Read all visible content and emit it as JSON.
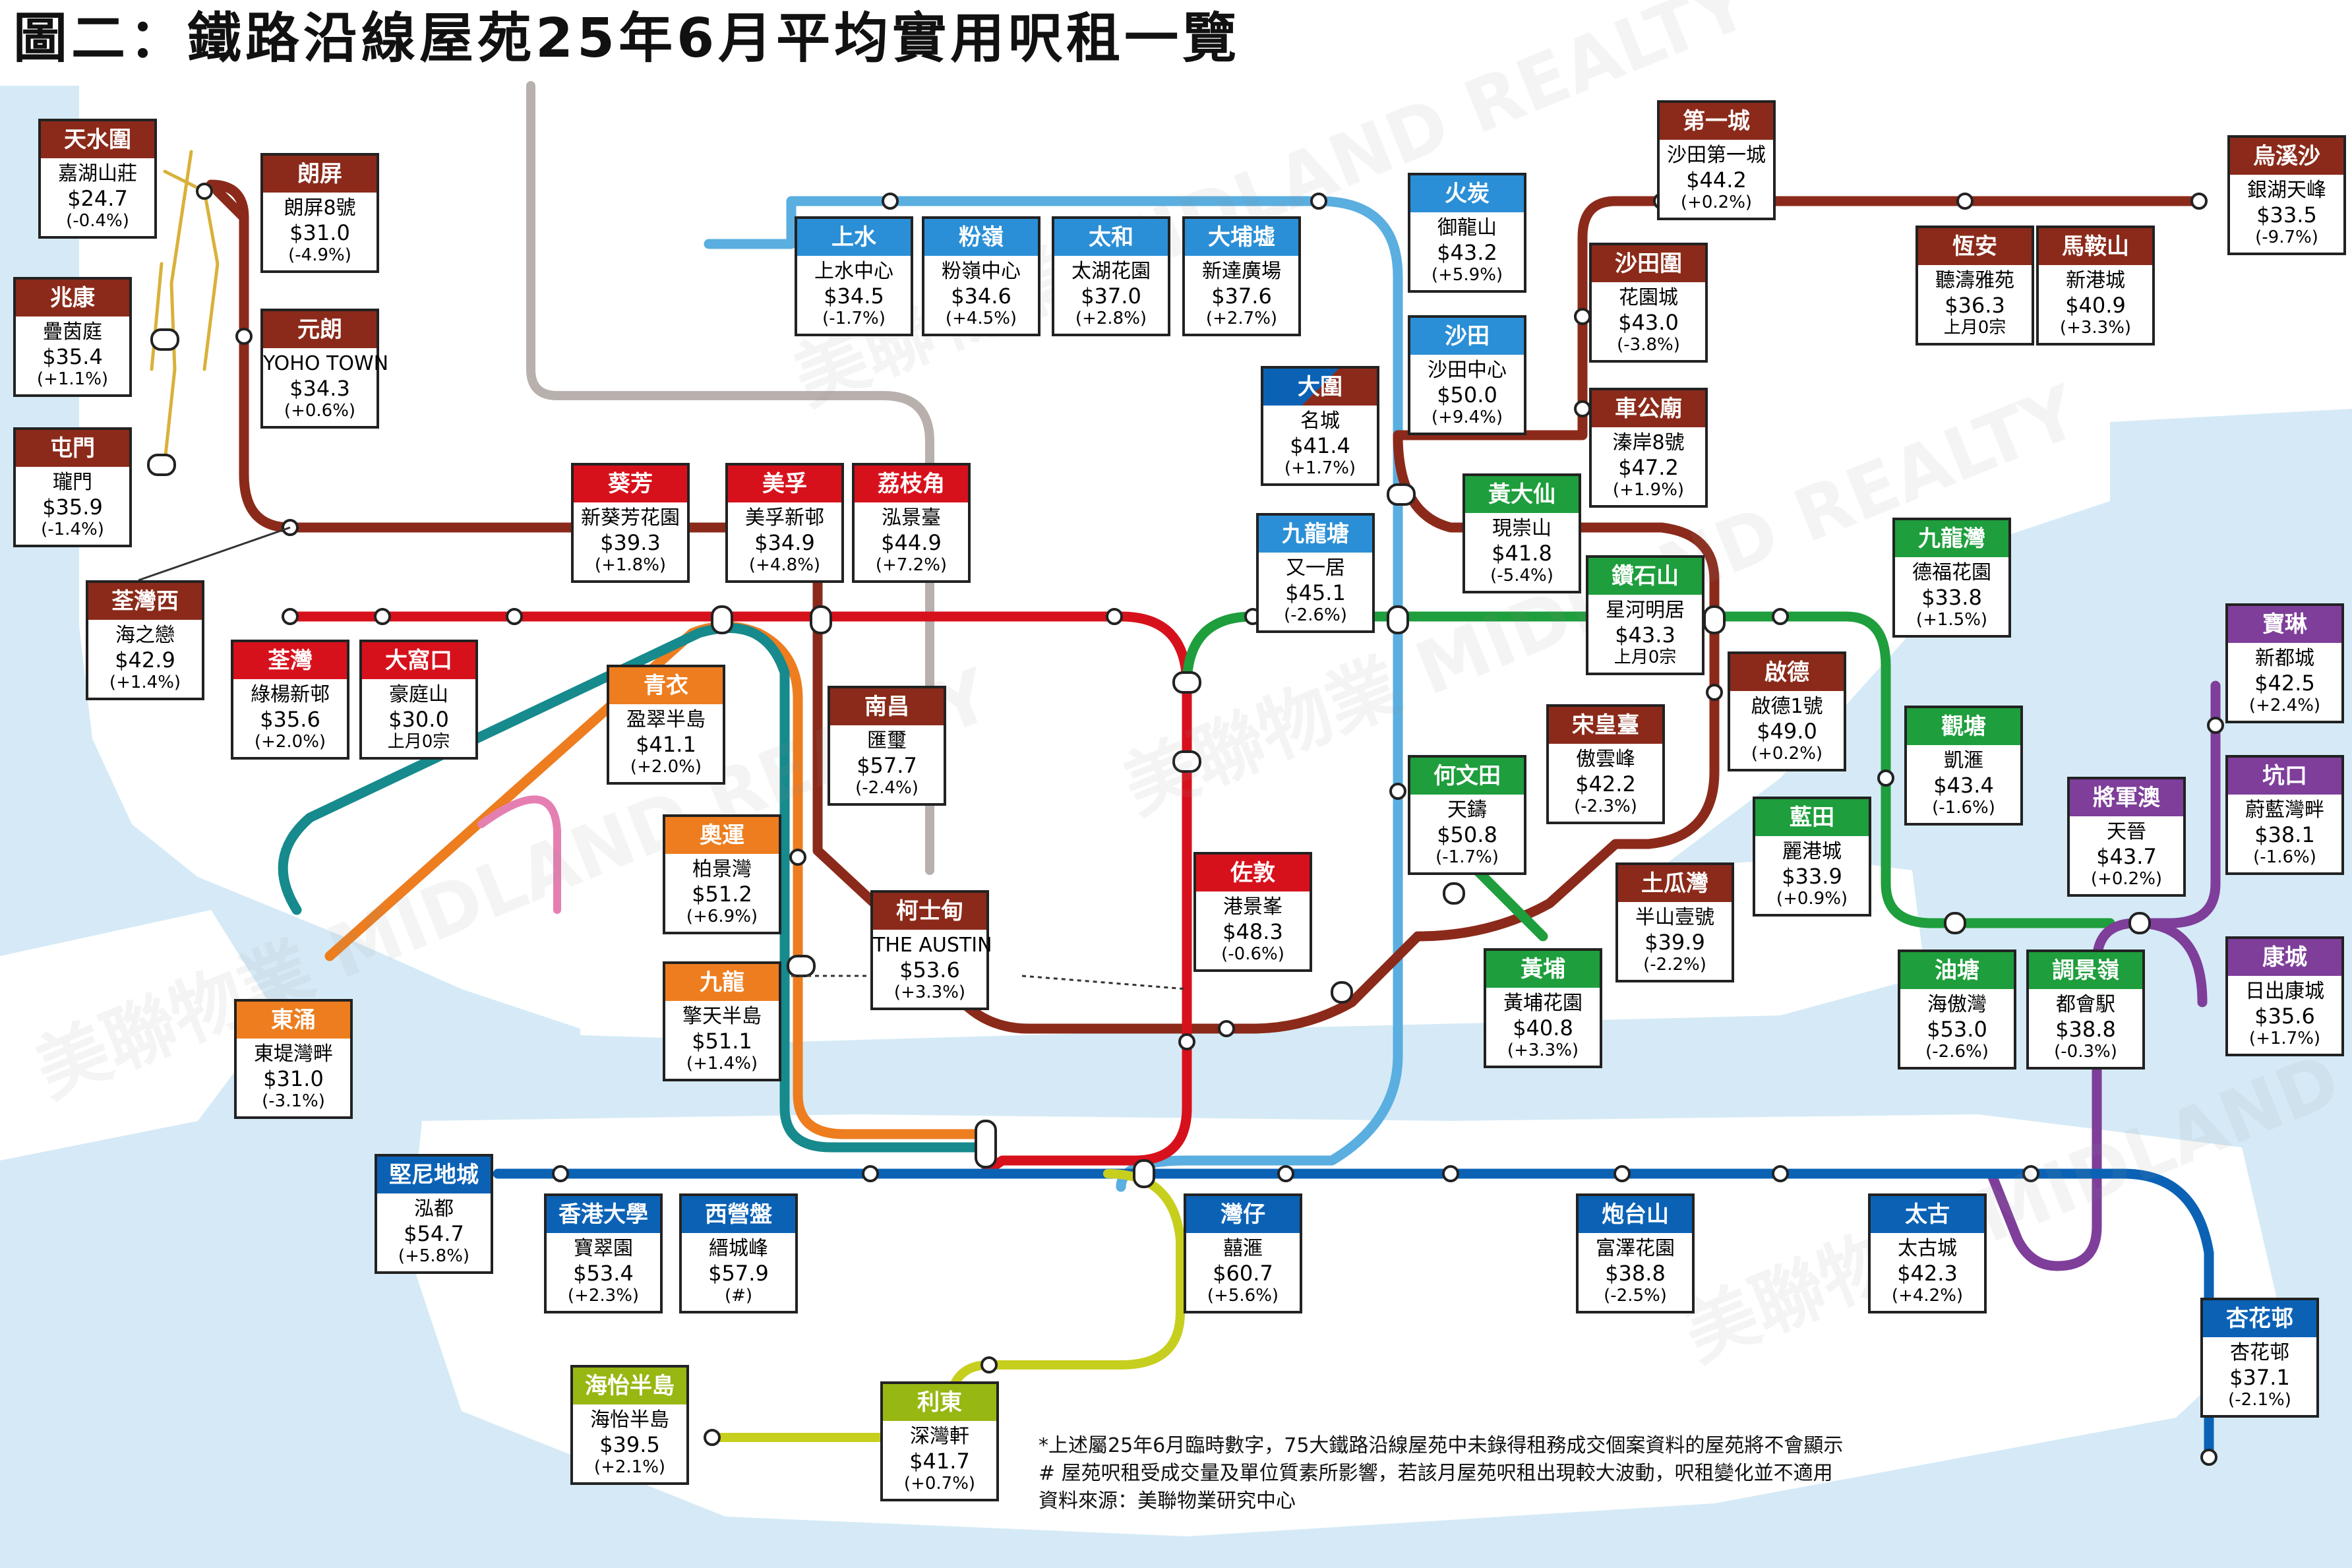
{
  "title": "圖二：鐵路沿線屋苑25年6月平均實用呎租一覽",
  "watermark": "美聯物業 MIDLAND REALTY",
  "colors": {
    "sea": "#d5eaf6",
    "east_rail": "#5aaee0",
    "tuen_ma": "#8b2a1a",
    "tsuen_wan": "#d7111c",
    "island": "#0b62b5",
    "kwun_tong": "#1e9e3c",
    "tseung_kwan_o": "#7e3e9a",
    "tung_chung": "#ed7d1f",
    "airport_express": "#168a8c",
    "south_island": "#c7cf1e",
    "light_rail": "#d9b13a",
    "disney": "#e57fb2"
  },
  "notes": [
    "*上述屬25年6月臨時數字，75大鐵路沿線屋苑中未錄得租務成交個案資料的屋苑將不會顯示",
    "# 屋苑呎租受成交量及單位質素所影響，若該月屋苑呎租出現較大波動，呎租變化並不適用",
    "資料來源：美聯物業研究中心"
  ],
  "stations": [
    {
      "id": "tin-shui-wai",
      "name": "天水圍",
      "estate": "嘉湖山莊",
      "price": "$24.7",
      "change": "(-0.4%)",
      "color": "brown"
    },
    {
      "id": "long-ping",
      "name": "朗屏",
      "estate": "朗屏8號",
      "price": "$31.0",
      "change": "(-4.9%)",
      "color": "brown"
    },
    {
      "id": "siu-hong",
      "name": "兆康",
      "estate": "疊茵庭",
      "price": "$35.4",
      "change": "(+1.1%)",
      "color": "brown"
    },
    {
      "id": "yuen-long",
      "name": "元朗",
      "estate": "YOHO TOWN",
      "price": "$34.3",
      "change": "(+0.6%)",
      "color": "brown"
    },
    {
      "id": "tuen-mun",
      "name": "屯門",
      "estate": "瓏門",
      "price": "$35.9",
      "change": "(-1.4%)",
      "color": "brown"
    },
    {
      "id": "tsuen-wan-west",
      "name": "荃灣西",
      "estate": "海之戀",
      "price": "$42.9",
      "change": "(+1.4%)",
      "color": "brown"
    },
    {
      "id": "kwai-fong",
      "name": "葵芳",
      "estate": "新葵芳花園",
      "price": "$39.3",
      "change": "(+1.8%)",
      "color": "red"
    },
    {
      "id": "mei-foo",
      "name": "美孚",
      "estate": "美孚新邨",
      "price": "$34.9",
      "change": "(+4.8%)",
      "color": "red"
    },
    {
      "id": "lai-chi-kok",
      "name": "荔枝角",
      "estate": "泓景臺",
      "price": "$44.9",
      "change": "(+7.2%)",
      "color": "red"
    },
    {
      "id": "tsuen-wan",
      "name": "荃灣",
      "estate": "綠楊新邨",
      "price": "$35.6",
      "change": "(+2.0%)",
      "color": "red"
    },
    {
      "id": "tai-wo-hau",
      "name": "大窩口",
      "estate": "豪庭山",
      "price": "$30.0",
      "change": "上月0宗",
      "color": "red"
    },
    {
      "id": "tsing-yi",
      "name": "青衣",
      "estate": "盈翠半島",
      "price": "$41.1",
      "change": "(+2.0%)",
      "color": "orange"
    },
    {
      "id": "nam-cheong",
      "name": "南昌",
      "estate": "匯璽",
      "price": "$57.7",
      "change": "(-2.4%)",
      "color": "split-orange"
    },
    {
      "id": "olympic",
      "name": "奧運",
      "estate": "柏景灣",
      "price": "$51.2",
      "change": "(+6.9%)",
      "color": "orange"
    },
    {
      "id": "austin",
      "name": "柯士甸",
      "estate": "THE AUSTIN",
      "price": "$53.6",
      "change": "(+3.3%)",
      "color": "brown"
    },
    {
      "id": "kowloon",
      "name": "九龍",
      "estate": "擎天半島",
      "price": "$51.1",
      "change": "(+1.4%)",
      "color": "orange"
    },
    {
      "id": "tung-chung",
      "name": "東涌",
      "estate": "東堤灣畔",
      "price": "$31.0",
      "change": "(-3.1%)",
      "color": "orange"
    },
    {
      "id": "sheung-shui",
      "name": "上水",
      "estate": "上水中心",
      "price": "$34.5",
      "change": "(-1.7%)",
      "color": "lblue"
    },
    {
      "id": "fanling",
      "name": "粉嶺",
      "estate": "粉嶺中心",
      "price": "$34.6",
      "change": "(+4.5%)",
      "color": "lblue"
    },
    {
      "id": "tai-wo",
      "name": "太和",
      "estate": "太湖花園",
      "price": "$37.0",
      "change": "(+2.8%)",
      "color": "lblue"
    },
    {
      "id": "tai-po-market",
      "name": "大埔墟",
      "estate": "新達廣場",
      "price": "$37.6",
      "change": "(+2.7%)",
      "color": "lblue"
    },
    {
      "id": "fo-tan",
      "name": "火炭",
      "estate": "御龍山",
      "price": "$43.2",
      "change": "(+5.9%)",
      "color": "lblue"
    },
    {
      "id": "sha-tin",
      "name": "沙田",
      "estate": "沙田中心",
      "price": "$50.0",
      "change": "(+9.4%)",
      "color": "lblue"
    },
    {
      "id": "tai-wai",
      "name": "大圍",
      "estate": "名城",
      "price": "$41.4",
      "change": "(+1.7%)",
      "color": "split"
    },
    {
      "id": "kowloon-tong",
      "name": "九龍塘",
      "estate": "又一居",
      "price": "$45.1",
      "change": "(-2.6%)",
      "color": "split-lb"
    },
    {
      "id": "city-one",
      "name": "第一城",
      "estate": "沙田第一城",
      "price": "$44.2",
      "change": "(+0.2%)",
      "color": "brown"
    },
    {
      "id": "sha-tin-wai",
      "name": "沙田圍",
      "estate": "花園城",
      "price": "$43.0",
      "change": "(-3.8%)",
      "color": "brown"
    },
    {
      "id": "che-kung-temple",
      "name": "車公廟",
      "estate": "溱岸8號",
      "price": "$47.2",
      "change": "(+1.9%)",
      "color": "brown"
    },
    {
      "id": "heng-on",
      "name": "恆安",
      "estate": "聽濤雅苑",
      "price": "$36.3",
      "change": "上月0宗",
      "color": "brown"
    },
    {
      "id": "ma-on-shan",
      "name": "馬鞍山",
      "estate": "新港城",
      "price": "$40.9",
      "change": "(+3.3%)",
      "color": "brown"
    },
    {
      "id": "wu-kai-sha",
      "name": "烏溪沙",
      "estate": "銀湖天峰",
      "price": "$33.5",
      "change": "(-9.7%)",
      "color": "brown"
    },
    {
      "id": "wong-tai-sin",
      "name": "黃大仙",
      "estate": "現崇山",
      "price": "$41.8",
      "change": "(-5.4%)",
      "color": "green"
    },
    {
      "id": "diamond-hill",
      "name": "鑽石山",
      "estate": "星河明居",
      "price": "$43.3",
      "change": "上月0宗",
      "color": "split-g"
    },
    {
      "id": "kai-tak",
      "name": "啟德",
      "estate": "啟德1號",
      "price": "$49.0",
      "change": "(+0.2%)",
      "color": "brown"
    },
    {
      "id": "kowloon-bay",
      "name": "九龍灣",
      "estate": "德福花園",
      "price": "$33.8",
      "change": "(+1.5%)",
      "color": "green"
    },
    {
      "id": "sung-wong-toi",
      "name": "宋皇臺",
      "estate": "傲雲峰",
      "price": "$42.2",
      "change": "(-2.3%)",
      "color": "brown"
    },
    {
      "id": "ho-man-tin",
      "name": "何文田",
      "estate": "天鑄",
      "price": "$50.8",
      "change": "(-1.7%)",
      "color": "split-g"
    },
    {
      "id": "kwun-tong",
      "name": "觀塘",
      "estate": "凱滙",
      "price": "$43.4",
      "change": "(-1.6%)",
      "color": "green"
    },
    {
      "id": "lam-tin",
      "name": "藍田",
      "estate": "麗港城",
      "price": "$33.9",
      "change": "(+0.9%)",
      "color": "green"
    },
    {
      "id": "to-kwa-wan",
      "name": "土瓜灣",
      "estate": "半山壹號",
      "price": "$39.9",
      "change": "(-2.2%)",
      "color": "brown"
    },
    {
      "id": "jordan",
      "name": "佐敦",
      "estate": "港景峯",
      "price": "$48.3",
      "change": "(-0.6%)",
      "color": "red"
    },
    {
      "id": "whampoa",
      "name": "黃埔",
      "estate": "黃埔花園",
      "price": "$40.8",
      "change": "(+3.3%)",
      "color": "green"
    },
    {
      "id": "tseung-kwan-o",
      "name": "將軍澳",
      "estate": "天晉",
      "price": "$43.7",
      "change": "(+0.2%)",
      "color": "purple"
    },
    {
      "id": "po-lam",
      "name": "寶琳",
      "estate": "新都城",
      "price": "$42.5",
      "change": "(+2.4%)",
      "color": "purple"
    },
    {
      "id": "hang-hau",
      "name": "坑口",
      "estate": "蔚藍灣畔",
      "price": "$38.1",
      "change": "(-1.6%)",
      "color": "purple"
    },
    {
      "id": "lohas-park",
      "name": "康城",
      "estate": "日出康城",
      "price": "$35.6",
      "change": "(+1.7%)",
      "color": "purple"
    },
    {
      "id": "yau-tong",
      "name": "油塘",
      "estate": "海傲灣",
      "price": "$53.0",
      "change": "(-2.6%)",
      "color": "split-gp"
    },
    {
      "id": "tiu-keng-leng",
      "name": "調景嶺",
      "estate": "都會駅",
      "price": "$38.8",
      "change": "(-0.3%)",
      "color": "split-gp"
    },
    {
      "id": "kennedy-town",
      "name": "堅尼地城",
      "estate": "泓都",
      "price": "$54.7",
      "change": "(+5.8%)",
      "color": "blue"
    },
    {
      "id": "hku",
      "name": "香港大學",
      "estate": "寶翠園",
      "price": "$53.4",
      "change": "(+2.3%)",
      "color": "blue"
    },
    {
      "id": "sai-ying-pun",
      "name": "西營盤",
      "estate": "縉城峰",
      "price": "$57.9",
      "change": "(#)",
      "color": "blue"
    },
    {
      "id": "wan-chai",
      "name": "灣仔",
      "estate": "囍滙",
      "price": "$60.7",
      "change": "(+5.6%)",
      "color": "blue"
    },
    {
      "id": "fortress-hill",
      "name": "炮台山",
      "estate": "富澤花園",
      "price": "$38.8",
      "change": "(-2.5%)",
      "color": "blue"
    },
    {
      "id": "tai-koo",
      "name": "太古",
      "estate": "太古城",
      "price": "$42.3",
      "change": "(+4.2%)",
      "color": "blue"
    },
    {
      "id": "heng-fa-chuen",
      "name": "杏花邨",
      "estate": "杏花邨",
      "price": "$37.1",
      "change": "(-2.1%)",
      "color": "blue"
    },
    {
      "id": "ocean-park",
      "name": "海怡半島",
      "estate": "海怡半島",
      "price": "$39.5",
      "change": "(+2.1%)",
      "color": "lime"
    },
    {
      "id": "lei-tung",
      "name": "利東",
      "estate": "深灣軒",
      "price": "$41.7",
      "change": "(+0.7%)",
      "color": "lime"
    }
  ]
}
